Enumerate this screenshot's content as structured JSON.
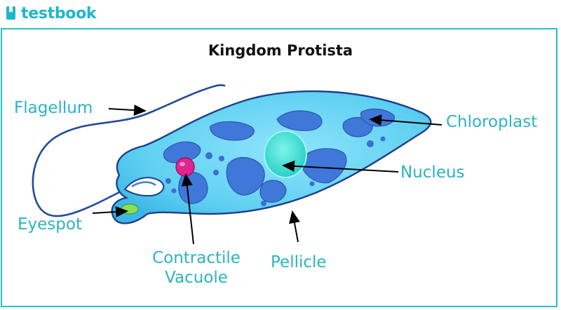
{
  "brand": {
    "name": "testbook"
  },
  "title": "Kingdom Protista",
  "labels": {
    "flagellum": "Flagellum",
    "chloroplast": "Chloroplast",
    "nucleus": "Nucleus",
    "eyespot": "Eyespot",
    "contractile_line1": "Contractile",
    "contractile_line2": "Vacuole",
    "pellicle": "Pellicle"
  },
  "colors": {
    "brand": "#1fb6c9",
    "label_text": "#2bb3c4",
    "frame_border": "#2bbdc9",
    "cell_body": "#5fd0f2",
    "cell_outline": "#1f3f8a",
    "chloroplast_fill": "#3f78d8",
    "nucleus_fill": "#3de6d6",
    "contractile_vacuole": "#e0258f",
    "eyespot_fill": "#86e05a"
  }
}
